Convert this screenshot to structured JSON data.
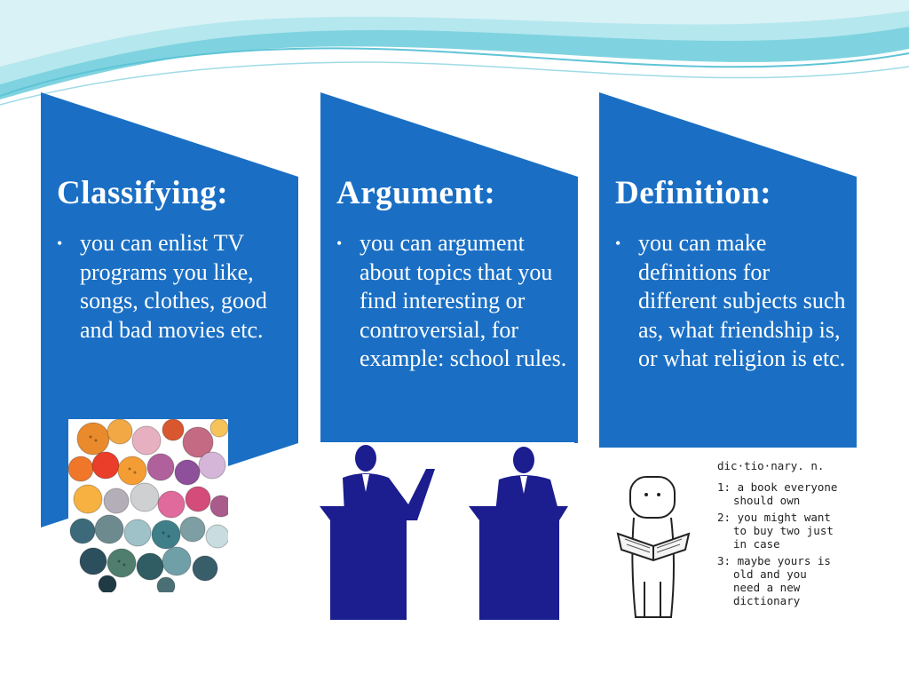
{
  "slide": {
    "background": "#ffffff",
    "accent_color": "#1a6fc4",
    "wave_colors": [
      "#7fd3e0",
      "#b5e7ee",
      "#d9f2f6"
    ]
  },
  "cards": [
    {
      "title": "Classifying:",
      "bullet": "you can enlist TV programs you like, songs, clothes, good and bad movies etc.",
      "image": "buttons-photo"
    },
    {
      "title": "Argument:",
      "bullet": "you can argument about topics that you find interesting or controversial, for example: school rules.",
      "image": "debate-silhouettes"
    },
    {
      "title": "Definition:",
      "bullet": "you can make definitions for different subjects such as, what friendship is, or what religion is etc.",
      "image": "dictionary-cartoon"
    }
  ],
  "dictionary_note": {
    "heading": "dic·tio·nary. n.",
    "lines": [
      "1: a book everyone",
      "should own",
      "2: you might want",
      "to buy two just",
      "in case",
      "3: maybe yours is",
      "old and you",
      "need a new",
      "dictionary"
    ]
  }
}
